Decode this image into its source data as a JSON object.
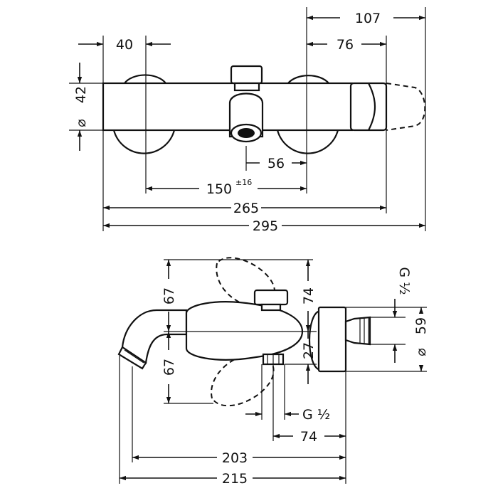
{
  "dimensions": {
    "d107": "107",
    "d76": "76",
    "d40": "40",
    "d42": "42",
    "dia": "⌀",
    "d56": "56",
    "d150": "150",
    "d150_tol": "±16",
    "d265": "265",
    "d295": "295",
    "d67_top": "67",
    "d67_bottom": "67",
    "d74_vertical": "74",
    "d27": "27",
    "thread_right": "G ½",
    "d59": "59",
    "dia2": "⌀",
    "thread_bottom": "G ½",
    "d74_horizontal": "74",
    "d203": "203",
    "d215": "215"
  }
}
